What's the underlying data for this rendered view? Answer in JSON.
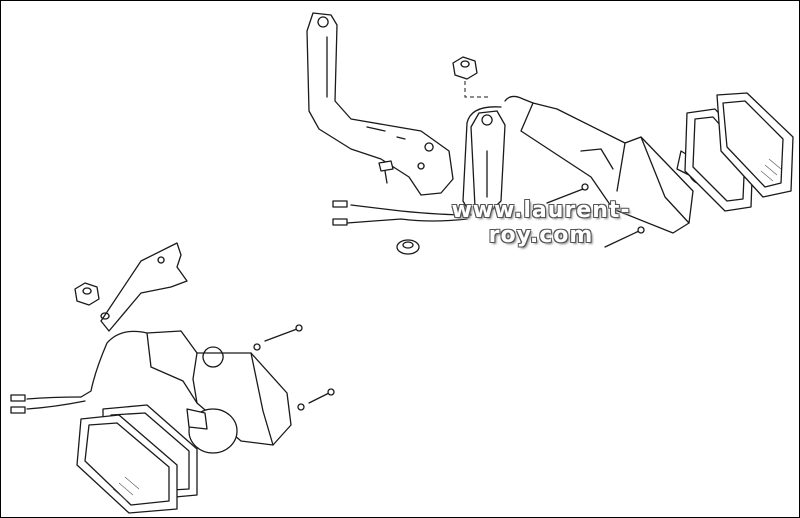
{
  "watermark": {
    "text": "www.laurent-roy.com"
  },
  "colors": {
    "line": "#1a1a1a",
    "background": "#ffffff",
    "watermark": "#ffffff"
  },
  "parts": [
    "bracket-right",
    "nut-top",
    "stud-bolt",
    "rubber-grommet",
    "stay-plate",
    "signal-housing-right",
    "bulb-right",
    "gasket-right",
    "lens-right",
    "screw-right-a",
    "screw-right-b",
    "wire-connectors-right",
    "bracket-left",
    "nut-left",
    "signal-housing-left",
    "bulb-left",
    "gasket-left",
    "lens-left",
    "screw-left-a",
    "screw-left-b",
    "wire-connectors-left"
  ]
}
